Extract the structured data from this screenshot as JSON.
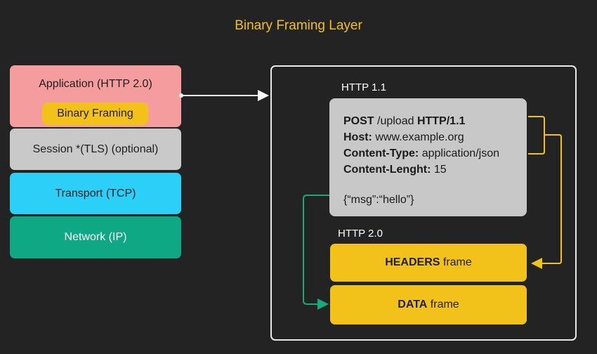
{
  "title": "Binary Framing Layer",
  "stack": {
    "application": "Application (HTTP 2.0)",
    "binary_framing": "Binary Framing",
    "session": "Session *(TLS) (optional)",
    "transport": "Transport (TCP)",
    "network": "Network (IP)"
  },
  "panel": {
    "http11_label": "HTTP 1.1",
    "http20_label": "HTTP 2.0",
    "request": {
      "method": "POST",
      "path": " /upload ",
      "version": "HTTP/1.1",
      "host_key": "Host:",
      "host_val": " www.example.org",
      "ctype_key": "Content-Type:",
      "ctype_val": " application/json",
      "clen_key": "Content-Lenght:",
      "clen_val": " 15",
      "body": "{“msg”:“hello”}"
    },
    "headers_frame": {
      "bold": "HEADERS",
      "rest": " frame"
    },
    "data_frame": {
      "bold": "DATA",
      "rest": " frame"
    }
  },
  "colors": {
    "background": "#232323",
    "accent_yellow": "#f2c21b",
    "application": "#f59d9e",
    "session": "#c9c9c9",
    "transport": "#2ccff8",
    "network": "#0ea984",
    "request_box": "#c8c8c8",
    "data_arrow": "#1aa97c",
    "headers_arrow": "#f2c21b"
  }
}
